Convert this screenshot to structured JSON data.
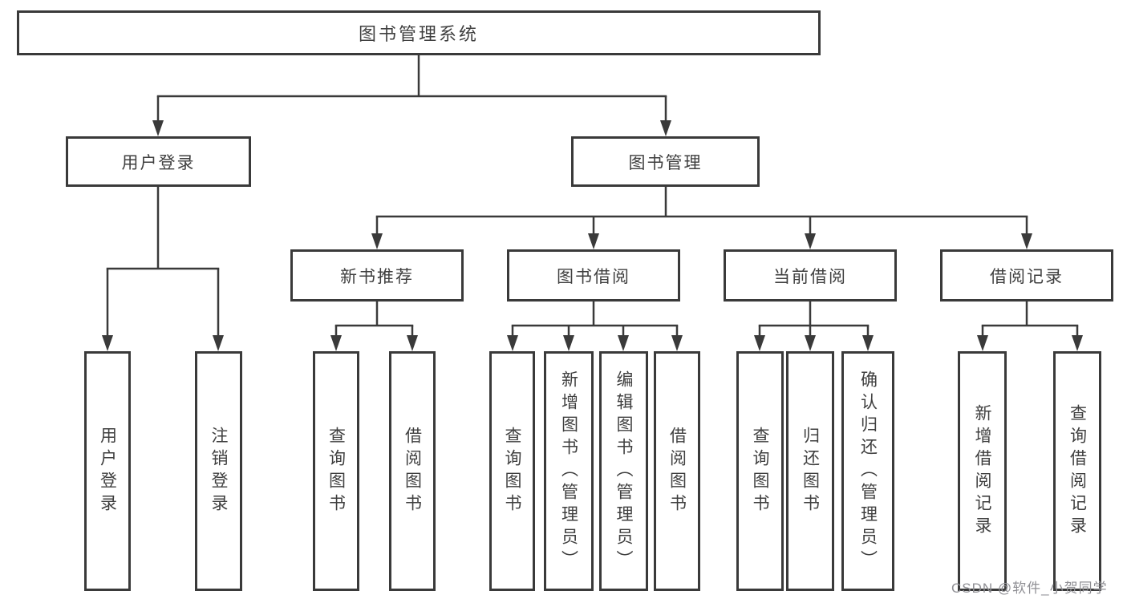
{
  "tree": {
    "root": {
      "label": "图书管理系统",
      "children": [
        {
          "label": "用户登录",
          "children": [
            {
              "label": "用户登录"
            },
            {
              "label": "注销登录"
            }
          ]
        },
        {
          "label": "图书管理",
          "children": [
            {
              "label": "新书推荐",
              "children": [
                {
                  "label": "查询图书"
                },
                {
                  "label": "借阅图书"
                }
              ]
            },
            {
              "label": "图书借阅",
              "children": [
                {
                  "label": "查询图书"
                },
                {
                  "label": "新增图书（管理员）"
                },
                {
                  "label": "编辑图书（管理员）"
                },
                {
                  "label": "借阅图书"
                }
              ]
            },
            {
              "label": "当前借阅",
              "children": [
                {
                  "label": "查询图书"
                },
                {
                  "label": "归还图书"
                },
                {
                  "label": "确认归还（管理员）"
                }
              ]
            },
            {
              "label": "借阅记录",
              "children": [
                {
                  "label": "新增借阅记录"
                },
                {
                  "label": "查询借阅记录"
                }
              ]
            }
          ]
        }
      ]
    }
  },
  "watermark": {
    "text": "CSDN @软件_小贺同学"
  },
  "colors": {
    "line": "#3a3a3a",
    "text": "#3f3f3f",
    "watermark": "#8f8f94"
  }
}
